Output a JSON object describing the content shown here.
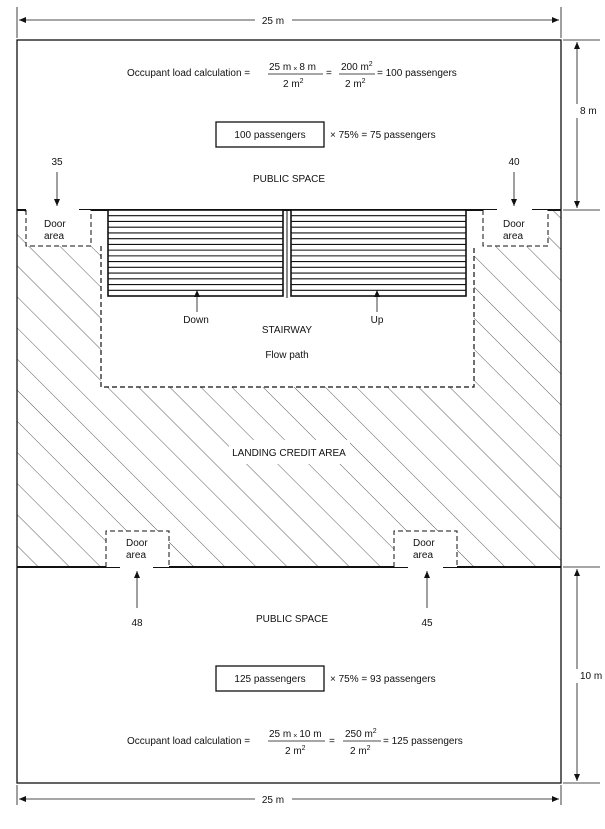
{
  "dimensions": {
    "top_width": "25 m",
    "bottom_width": "25 m",
    "upper_height": "8 m",
    "lower_height": "10 m"
  },
  "upper": {
    "calc_label": "Occupant load calculation =",
    "calc_a_num": "25 m",
    "calc_a_times": "×",
    "calc_a_num2": "8 m",
    "calc_a_den": "2 m",
    "calc_a_den_exp": "2",
    "calc_eq1": "=",
    "calc_b_num": "200 m",
    "calc_b_num_exp": "2",
    "calc_b_den": "2 m",
    "calc_b_den_exp": "2",
    "calc_result": "= 100 passengers",
    "box_label": "100 passengers",
    "factor": "× 75% = 75 passengers",
    "space_label": "PUBLIC SPACE"
  },
  "doors": {
    "label_line1": "Door",
    "label_line2": "area",
    "numbers": [
      "35",
      "40",
      "48",
      "45"
    ]
  },
  "stair": {
    "down": "Down",
    "up": "Up",
    "title": "STAIRWAY",
    "flow": "Flow path",
    "tread_count": 14
  },
  "landing_label": "LANDING CREDIT AREA",
  "lower": {
    "space_label": "PUBLIC SPACE",
    "box_label": "125 passengers",
    "factor": "× 75% = 93 passengers",
    "calc_label": "Occupant load calculation =",
    "calc_a_num": "25 m",
    "calc_a_times": "×",
    "calc_a_num2": "10 m",
    "calc_a_den": "2 m",
    "calc_a_den_exp": "2",
    "calc_eq1": "=",
    "calc_b_num": "250 m",
    "calc_b_num_exp": "2",
    "calc_b_den": "2 m",
    "calc_b_den_exp": "2",
    "calc_result": "= 125 passengers"
  }
}
